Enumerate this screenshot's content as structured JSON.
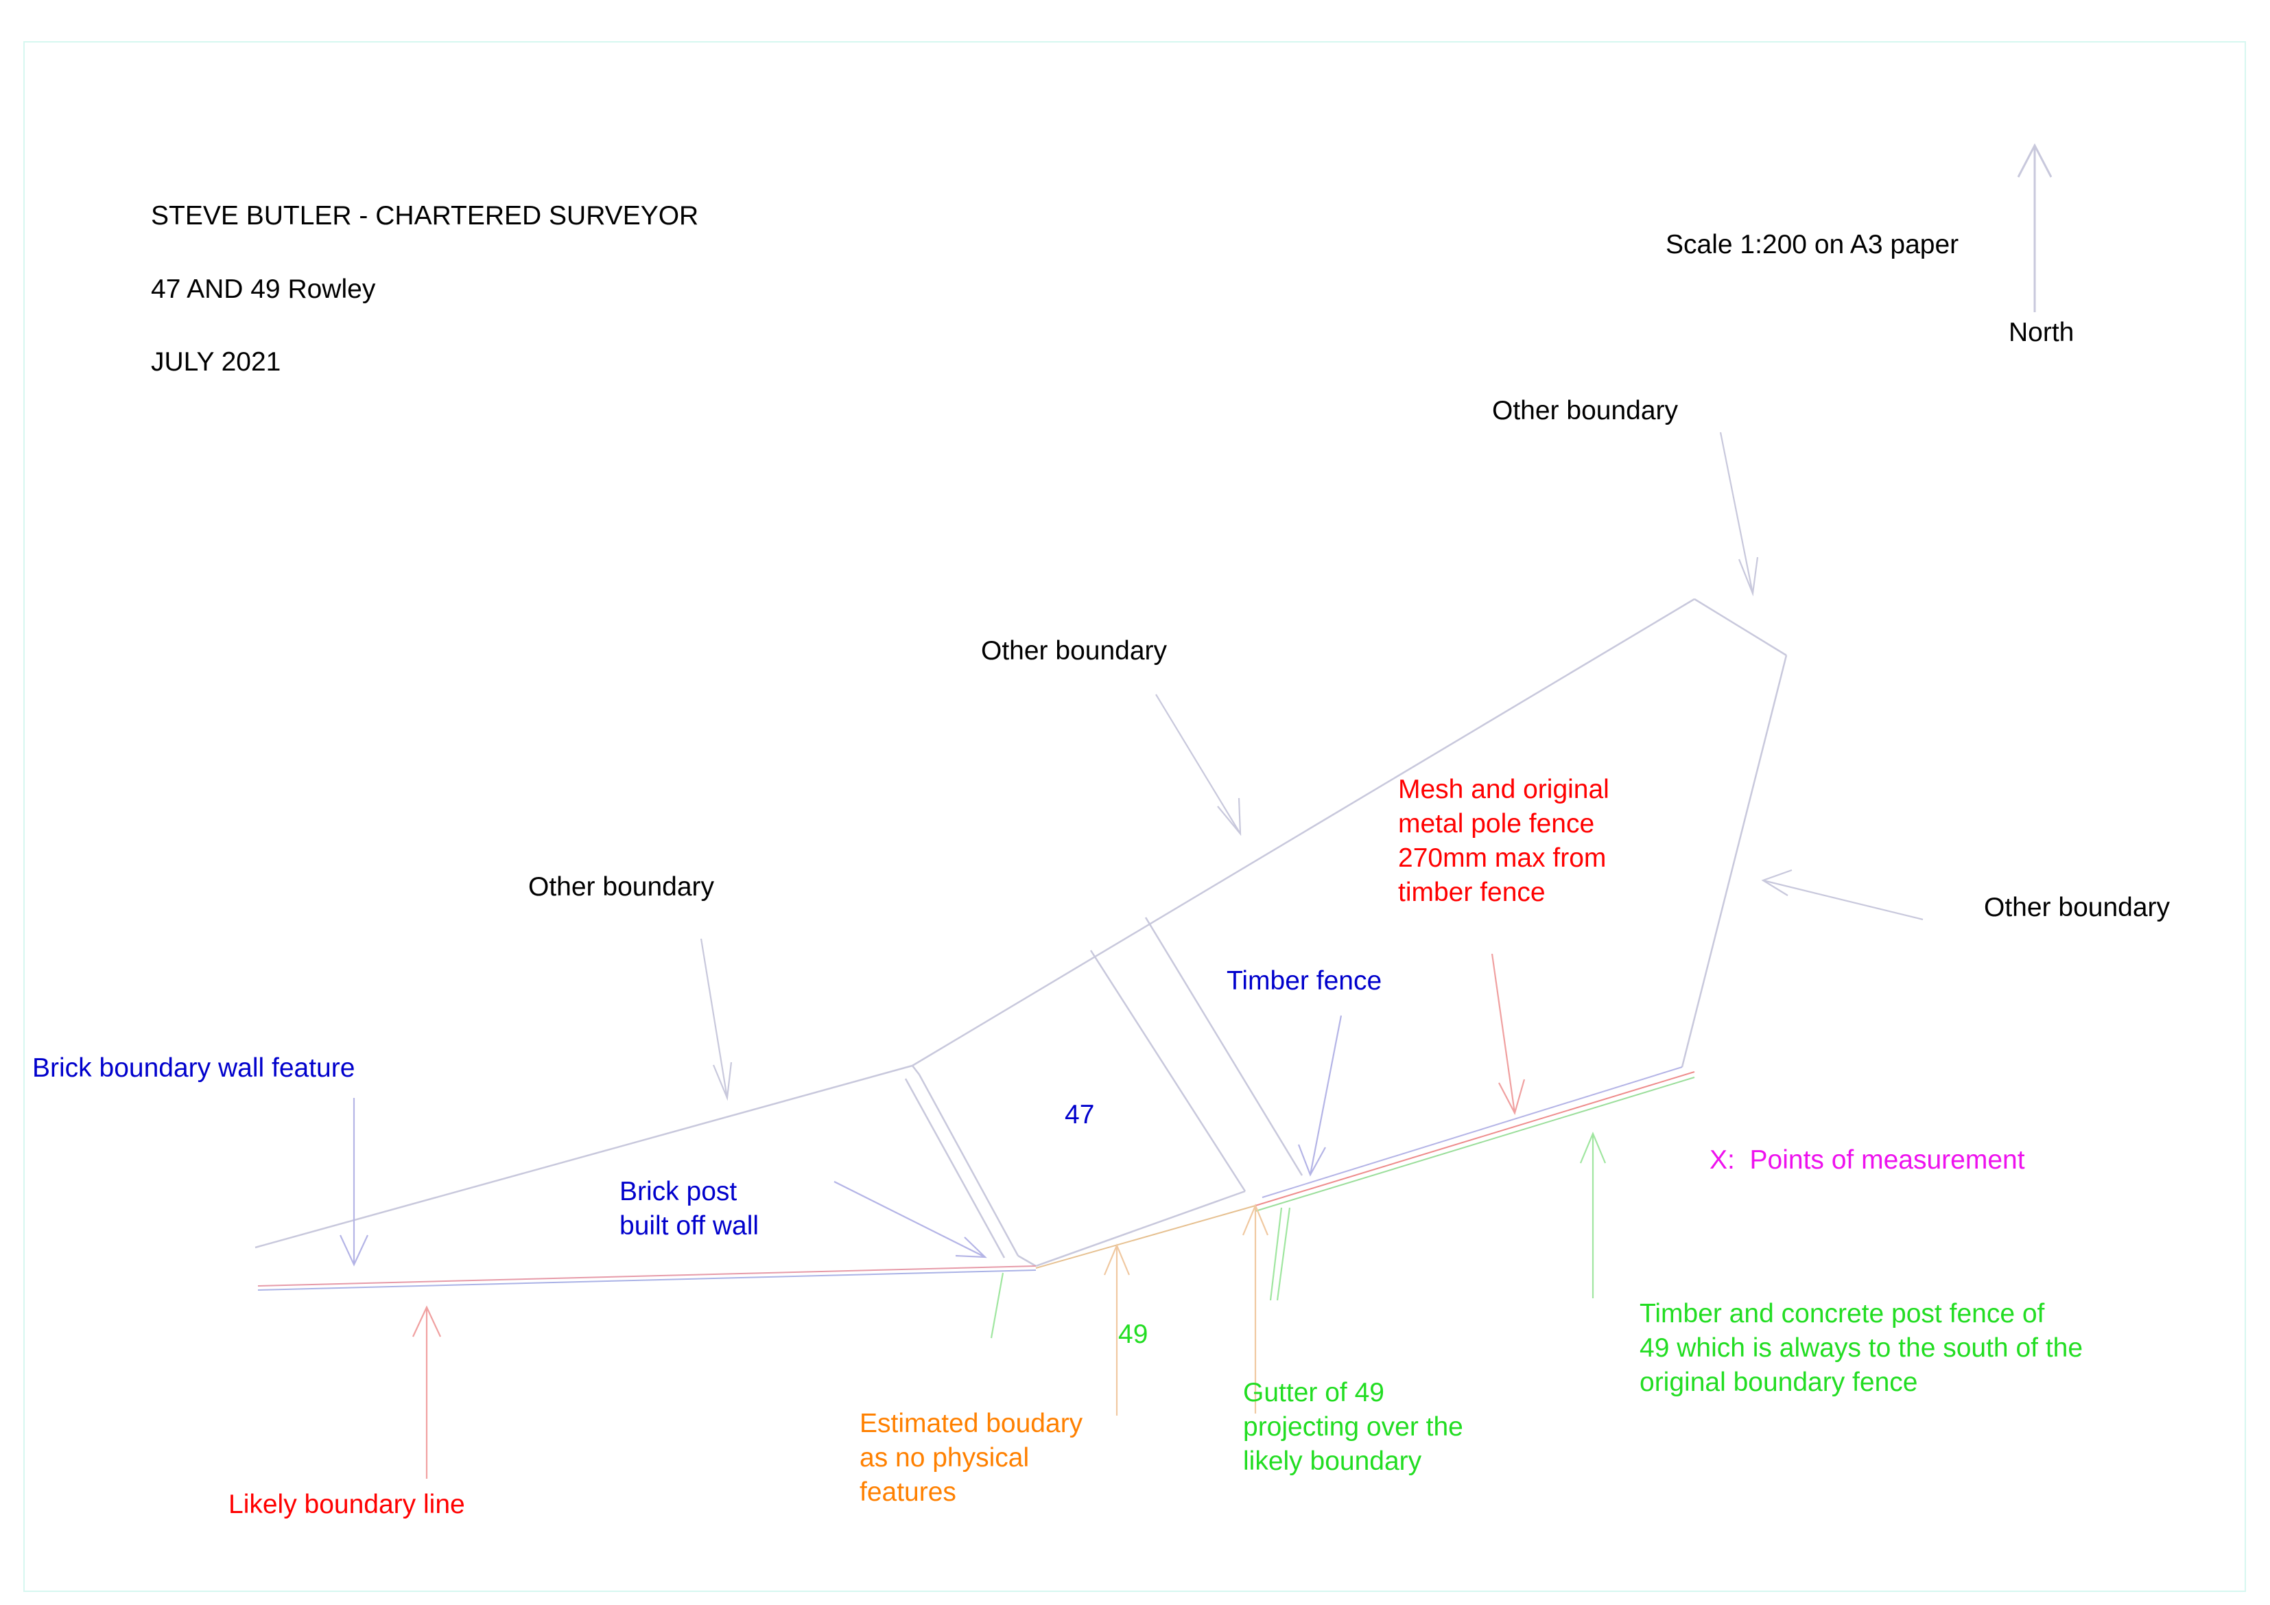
{
  "title_block": {
    "company": "STEVE BUTLER - CHARTERED SURVEYOR",
    "property": "47 AND 49 Rowley",
    "date": "JULY 2021"
  },
  "scale": {
    "text": "Scale 1:200 on A3 paper"
  },
  "north": {
    "label": "North"
  },
  "labels": {
    "other_boundary_top": "Other boundary",
    "other_boundary_mid": "Other boundary",
    "other_boundary_left": "Other boundary",
    "other_boundary_right": "Other boundary",
    "mesh_fence": "Mesh and original\nmetal pole fence\n270mm max from\ntimber fence",
    "timber_fence": "Timber fence",
    "plot_47": "47",
    "plot_49": "49",
    "brick_wall_feature": "Brick boundary wall feature",
    "brick_post": "Brick post\nbuilt off wall",
    "points_of_measurement": "X:  Points of measurement",
    "likely_boundary": "Likely boundary line",
    "estimated_boundary": "Estimated boudary\nas no physical\nfeatures",
    "gutter": "Gutter of 49\nprojecting over the\nlikely boundary",
    "timber_concrete_fence": "Timber and concrete post fence of\n49 which is always to the south of the\noriginal boundary fence"
  },
  "colors": {
    "outline": "#c8c8dc",
    "blue_text": "#0000cc",
    "red_text": "#ff0000",
    "green_text": "#22dd22",
    "orange_text": "#ff8000",
    "magenta_text": "#ee11ee",
    "frame": "#d6f7f0"
  }
}
